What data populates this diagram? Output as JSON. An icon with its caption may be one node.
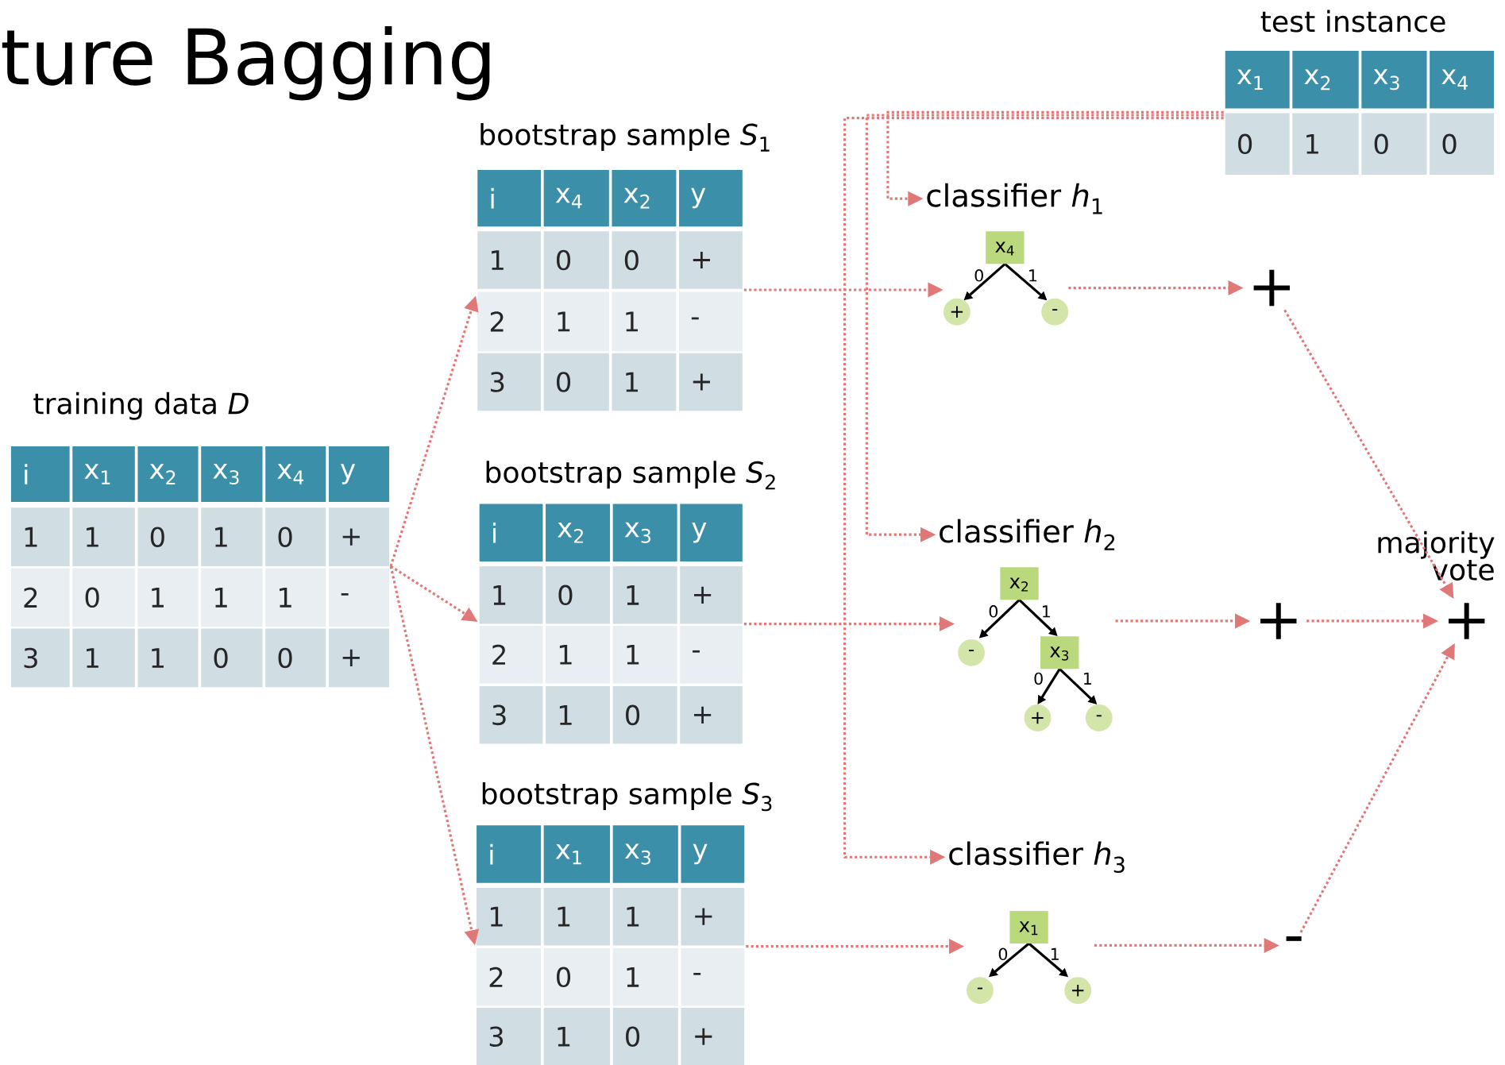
{
  "diagram": {
    "title": "ture Bagging",
    "nodes": [
      {
        "text": [
          "training data *D*",
          "i",
          "x$_{1}$",
          "x$_{2}$",
          "x$_{3}$",
          "x$_{4}$",
          "y",
          "1",
          "1",
          "0",
          "1",
          "0",
          "+",
          "2",
          "0",
          "1",
          "1",
          "1",
          "-",
          "3",
          "1",
          "1",
          "0",
          "0",
          "+"
        ]
      },
      {
        "text": [
          "bootstrap sample *S*$_{1}$",
          "i",
          "x$_{4}$",
          "x$_{2}$",
          "y",
          "1",
          "0",
          "0",
          "+",
          "2",
          "1",
          "1",
          "-",
          "3",
          "0",
          "1",
          "+"
        ]
      },
      {
        "text": [
          "bootstrap sample *S*$_{2}$",
          "i",
          "x$_{2}$",
          "x$_{3}$",
          "y",
          "1",
          "0",
          "1",
          "+",
          "2",
          "1",
          "1",
          "-",
          "3",
          "1",
          "0",
          "+"
        ]
      },
      {
        "text": [
          "bootstrap sample *S*$_{3}$",
          "i",
          "x$_{1}$",
          "x$_{3}$",
          "y",
          "1",
          "1",
          "1",
          "+",
          "2",
          "0",
          "1",
          "-",
          "3",
          "1",
          "0",
          "+"
        ]
      },
      {
        "text": [
          "test instance",
          "x$_{1}$",
          "x$_{2}$",
          "x$_{3}$",
          "x$_{4}$",
          "0",
          "1",
          "0",
          "0"
        ]
      },
      {
        "text": [
          "classifier *h*$_{1}$"
        ]
      },
      {
        "text": [
          "classifier *h*$_{2}$"
        ]
      },
      {
        "text": [
          "classifier *h*$_{3}$"
        ]
      },
      {
        "text": [
          "x$_{4}$",
          "0",
          "1",
          "+",
          "-"
        ]
      },
      {
        "text": [
          "x$_{2}$",
          "0",
          "1",
          "-",
          "x$_{3}$",
          "0",
          "1",
          "+",
          "-"
        ]
      },
      {
        "text": [
          "x$_{1}$",
          "0",
          "1",
          "-",
          "+"
        ]
      },
      {
        "text": [
          "+"
        ]
      },
      {
        "text": [
          "+"
        ]
      },
      {
        "text": [
          "-"
        ]
      },
      {
        "text": [
          "+"
        ],
        "beside": [
          "majority vote"
        ]
      }
    ],
    "edges": [
      {
        "from": 0,
        "to": 1,
        "arrow": "to"
      },
      {
        "from": 0,
        "to": 2,
        "arrow": "to"
      },
      {
        "from": 0,
        "to": 3,
        "arrow": "to"
      },
      {
        "from": 1,
        "to": 8,
        "arrow": "to"
      },
      {
        "from": 2,
        "to": 9,
        "arrow": "to"
      },
      {
        "from": 3,
        "to": 10,
        "arrow": "to"
      },
      {
        "from": 4,
        "to": 5,
        "arrow": "to"
      },
      {
        "from": 4,
        "to": 6,
        "arrow": "to"
      },
      {
        "from": 4,
        "to": 7,
        "arrow": "to"
      },
      {
        "from": 8,
        "to": 11,
        "arrow": "to"
      },
      {
        "from": 9,
        "to": 12,
        "arrow": "to"
      },
      {
        "from": 10,
        "to": 13,
        "arrow": "to"
      },
      {
        "from": 11,
        "to": 14,
        "arrow": "to"
      },
      {
        "from": 12,
        "to": 14,
        "arrow": "to"
      },
      {
        "from": 13,
        "to": 14,
        "arrow": "to"
      }
    ]
  }
}
